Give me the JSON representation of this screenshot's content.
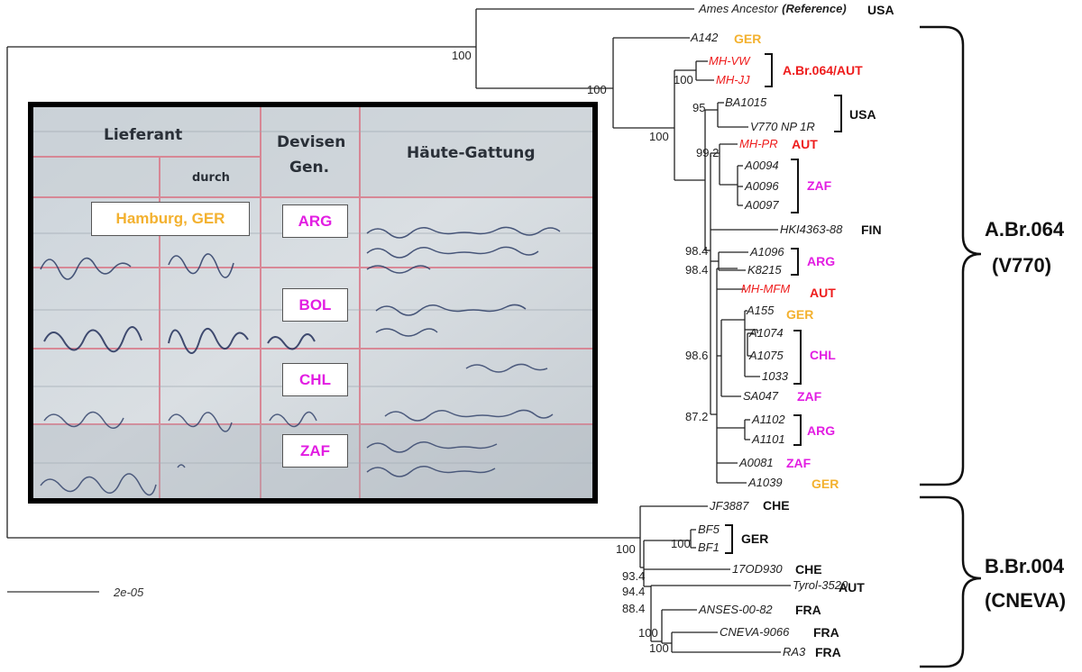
{
  "reference": {
    "name": "Ames Ancestor",
    "suffix": "(Reference)",
    "country": "USA"
  },
  "colors": {
    "orange": "#f3b12f",
    "red": "#ee1c1c",
    "magenta": "#e21de2",
    "black": "#111111"
  },
  "taxa": {
    "A142": "A142",
    "MHVW": "MH-VW",
    "MHJJ": "MH-JJ",
    "BA1015": "BA1015",
    "V770": "V770 NP 1R",
    "MHPR": "MH-PR",
    "A0094": "A0094",
    "A0096": "A0096",
    "A0097": "A0097",
    "HKI": "HKI4363-88",
    "A1096": "A1096",
    "K8215": "K8215",
    "MHMFM": "MH-MFM",
    "A155": "A155",
    "A1074": "A1074",
    "A1075": "A1075",
    "T1033": "1033",
    "SA047": "SA047",
    "A1102": "A1102",
    "A1101": "A1101",
    "A0081": "A0081",
    "A1039": "A1039",
    "JF3887": "JF3887",
    "BF5": "BF5",
    "BF1": "BF1",
    "T17OD930": "17OD930",
    "Tyrol": "Tyrol-3520",
    "ANSES": "ANSES-00-82",
    "CNEVA9066": "CNEVA-9066",
    "RA3": "RA3"
  },
  "countries": {
    "a142": "GER",
    "mh_group": "A.Br.064/AUT",
    "usa_group": "USA",
    "mhpr": "AUT",
    "zaf_group": "ZAF",
    "hki": "FIN",
    "arg1": "ARG",
    "mhmfm": "AUT",
    "a155": "GER",
    "chl": "CHL",
    "sa047": "ZAF",
    "arg2": "ARG",
    "a0081": "ZAF",
    "a1039": "GER",
    "jf3887": "CHE",
    "bf_group": "GER",
    "t17od930": "CHE",
    "tyrol": "AUT",
    "anses": "FRA",
    "cneva9066": "FRA",
    "ra3": "FRA"
  },
  "support": {
    "s_root": "100",
    "s_a": "100",
    "s_a2": "100",
    "s_mh": "100",
    "s_usa": "95",
    "s_pr": "99.2",
    "s_984a": "98.4",
    "s_984b": "98.4",
    "s_986": "98.6",
    "s_872": "87.2",
    "s_b": "100",
    "s_bf": "100",
    "s_934": "93.4",
    "s_944": "94.4",
    "s_884": "88.4",
    "s_fra1": "100",
    "s_fra2": "100"
  },
  "clades": {
    "a_line1": "A.Br.064",
    "a_line2": "(V770)",
    "b_line1": "B.Br.004",
    "b_line2": "(CNEVA)"
  },
  "scale_bar": {
    "label": "2e-05"
  },
  "ledger": {
    "headers": {
      "supplier": "Lieferant",
      "via": "durch",
      "currency_1": "Devisen",
      "currency_2": "Gen.",
      "hide_type": "Häute-Gattung"
    },
    "labels": {
      "hamburg": "Hamburg, GER",
      "arg": "ARG",
      "bol": "BOL",
      "chl": "CHL",
      "zaf": "ZAF"
    }
  }
}
